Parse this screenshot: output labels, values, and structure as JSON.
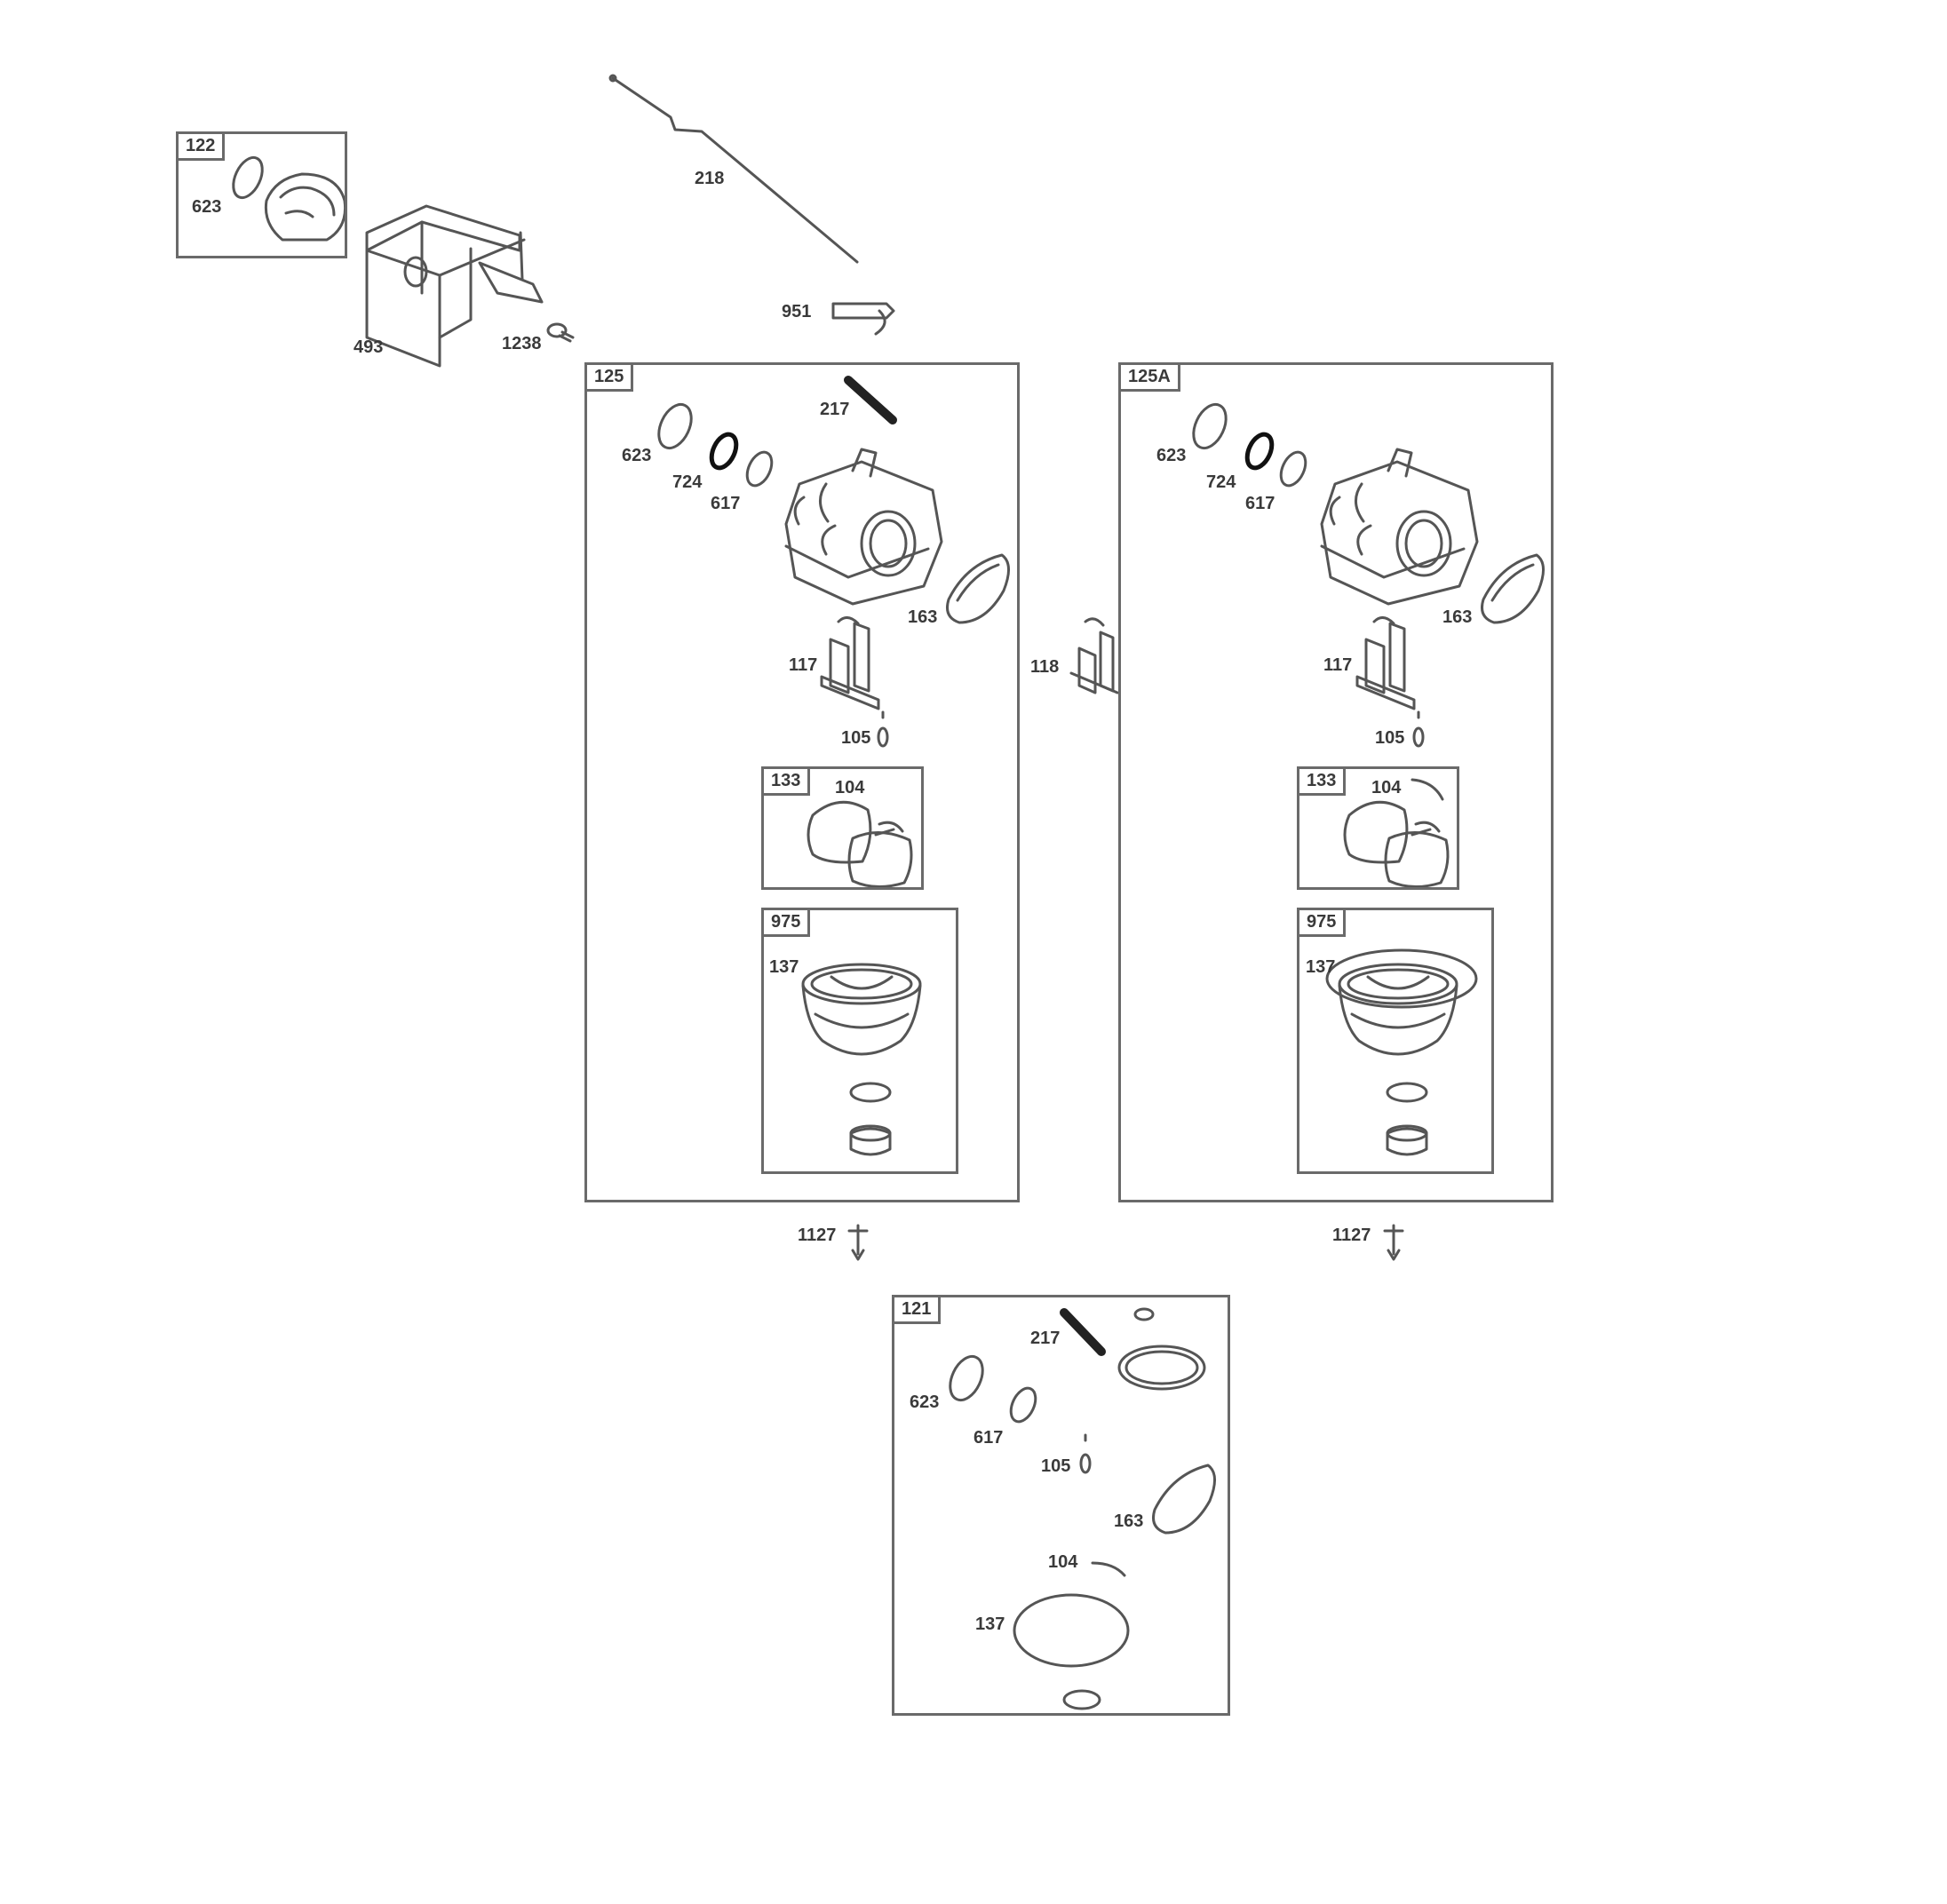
{
  "kits": {
    "k122": {
      "tag": "122",
      "parts": {
        "p623": "623"
      }
    },
    "k125": {
      "tag": "125",
      "parts": {
        "p217": "217",
        "p623": "623",
        "p724": "724",
        "p617": "617",
        "p163": "163",
        "p117": "117",
        "p105": "105"
      }
    },
    "k125a": {
      "tag": "125A",
      "parts": {
        "p217": "",
        "p623": "623",
        "p724": "724",
        "p617": "617",
        "p163": "163",
        "p117": "117",
        "p105": "105"
      }
    },
    "k133a": {
      "tag": "133",
      "parts": {
        "p104": "104"
      }
    },
    "k133b": {
      "tag": "133",
      "parts": {
        "p104": "104"
      }
    },
    "k975a": {
      "tag": "975",
      "parts": {
        "p137": "137"
      }
    },
    "k975b": {
      "tag": "975",
      "parts": {
        "p137": "137"
      }
    },
    "k121": {
      "tag": "121",
      "parts": {
        "p217": "217",
        "p623": "623",
        "p617": "617",
        "p105": "105",
        "p163": "163",
        "p104": "104",
        "p137": "137"
      }
    }
  },
  "loose_parts": {
    "p218": "218",
    "p493": "493",
    "p1238": "1238",
    "p951": "951",
    "p118": "118",
    "p1127a": "1127",
    "p1127b": "1127"
  }
}
